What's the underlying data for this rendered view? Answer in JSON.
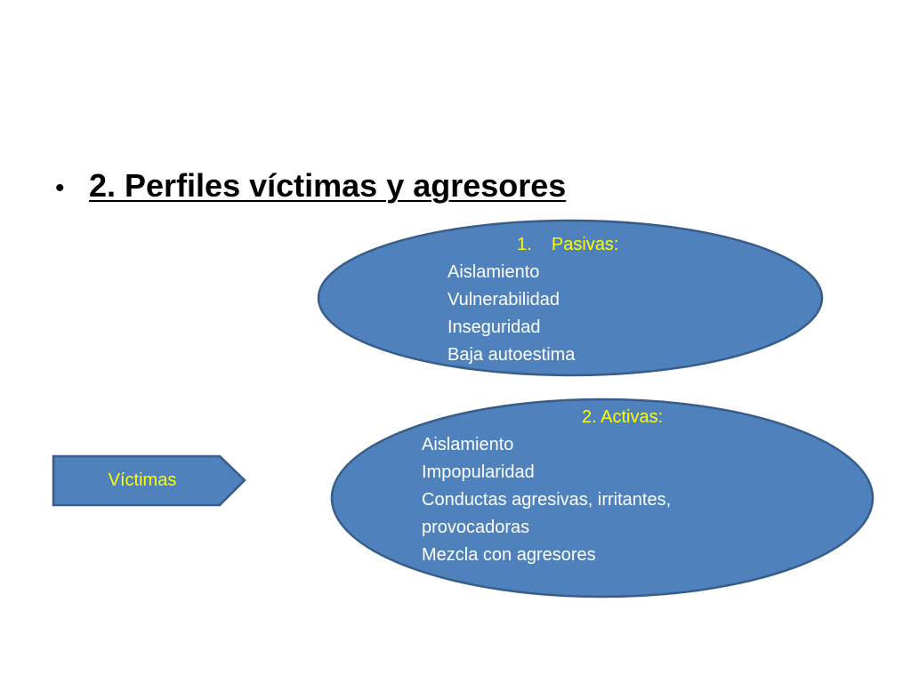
{
  "slide": {
    "bullet": "•",
    "title": "2. Perfiles víctimas y agresores"
  },
  "victimas_box": {
    "label": "Víctimas"
  },
  "pasivas": {
    "heading": "1.    Pasivas:",
    "items": [
      "Aislamiento",
      "Vulnerabilidad",
      "Inseguridad",
      "Baja autoestima"
    ]
  },
  "activas": {
    "heading": "2. Activas:",
    "items": [
      "Aislamiento",
      "Impopularidad",
      "Conductas agresivas, irritantes,",
      "provocadoras",
      "Mezcla con agresores"
    ]
  },
  "colors": {
    "shape_fill": "#4f81bd",
    "shape_stroke": "#385d8a",
    "heading_text": "#ffff00",
    "body_text": "#ffffff"
  }
}
